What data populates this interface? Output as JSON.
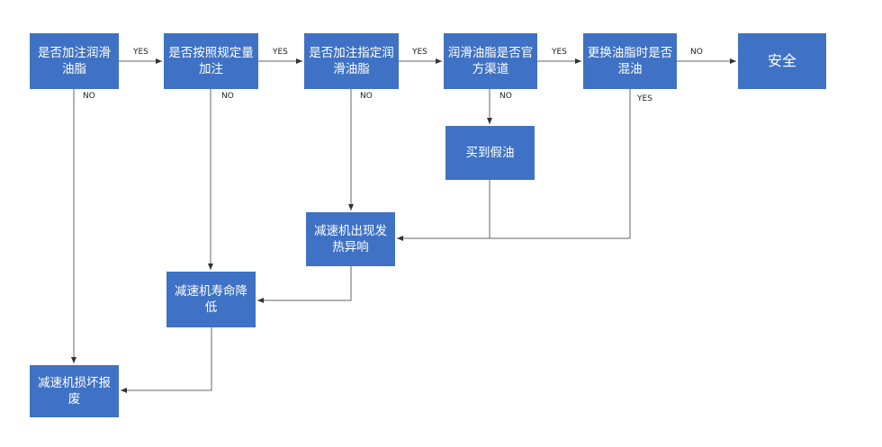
{
  "nodes": {
    "n1": "是否加注润滑油脂",
    "n2": "是否按照规定量加注",
    "n3": "是否加注指定润滑油脂",
    "n4": "润滑油脂是否官方渠道",
    "n5": "更换油脂时是否混油",
    "n6": "安全",
    "fake": "买到假油",
    "heat": "减速机出现发热异响",
    "life": "减速机寿命降低",
    "scrap": "减速机损坏报废"
  },
  "labels": {
    "yes": "YES",
    "no": "NO"
  },
  "colors": {
    "box": "#3f72c4",
    "line": "#555555"
  }
}
